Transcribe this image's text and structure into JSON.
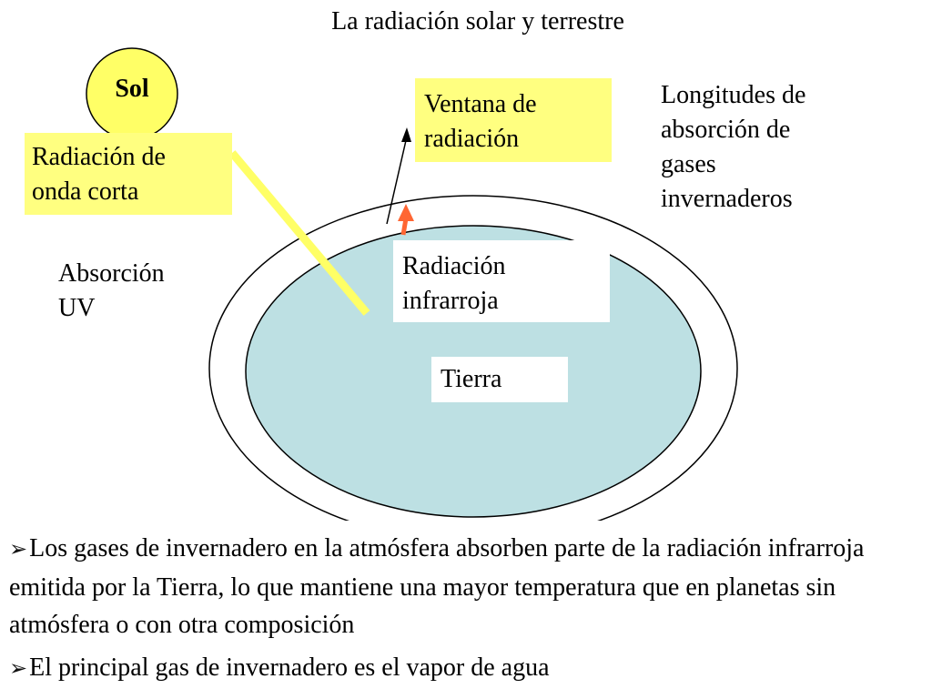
{
  "title": "La radiación solar y terrestre",
  "nodes": {
    "sun": "Sol",
    "shortwave": [
      "Radiación de",
      "onda corta"
    ],
    "window": [
      "Ventana de",
      "radiación"
    ],
    "absorption_bands": [
      "Longitudes de",
      "absorción de",
      "gases",
      "invernaderos"
    ],
    "uv_absorption": [
      "Absorción",
      "UV"
    ],
    "infrared": [
      "Radiación",
      "infrarroja"
    ],
    "earth": "Tierra"
  },
  "bullets": [
    {
      "icon": "arrowhead-bullet-icon",
      "text": "Los gases de invernadero en la atmósfera absorben parte de la radiación infrarroja emitida por la Tierra, lo que mantiene una mayor temperatura que en planetas sin atmósfera o con otra composición"
    },
    {
      "icon": "arrowhead-bullet-icon",
      "text": "El principal gas de invernadero es el vapor de agua"
    }
  ],
  "colors": {
    "label_background": "#ffff80",
    "sun_fill": "#ffff66",
    "earth_fill": "#bde0e3",
    "shortwave_ray": "#ffff66",
    "infrared_arrow": "#ff6633"
  }
}
